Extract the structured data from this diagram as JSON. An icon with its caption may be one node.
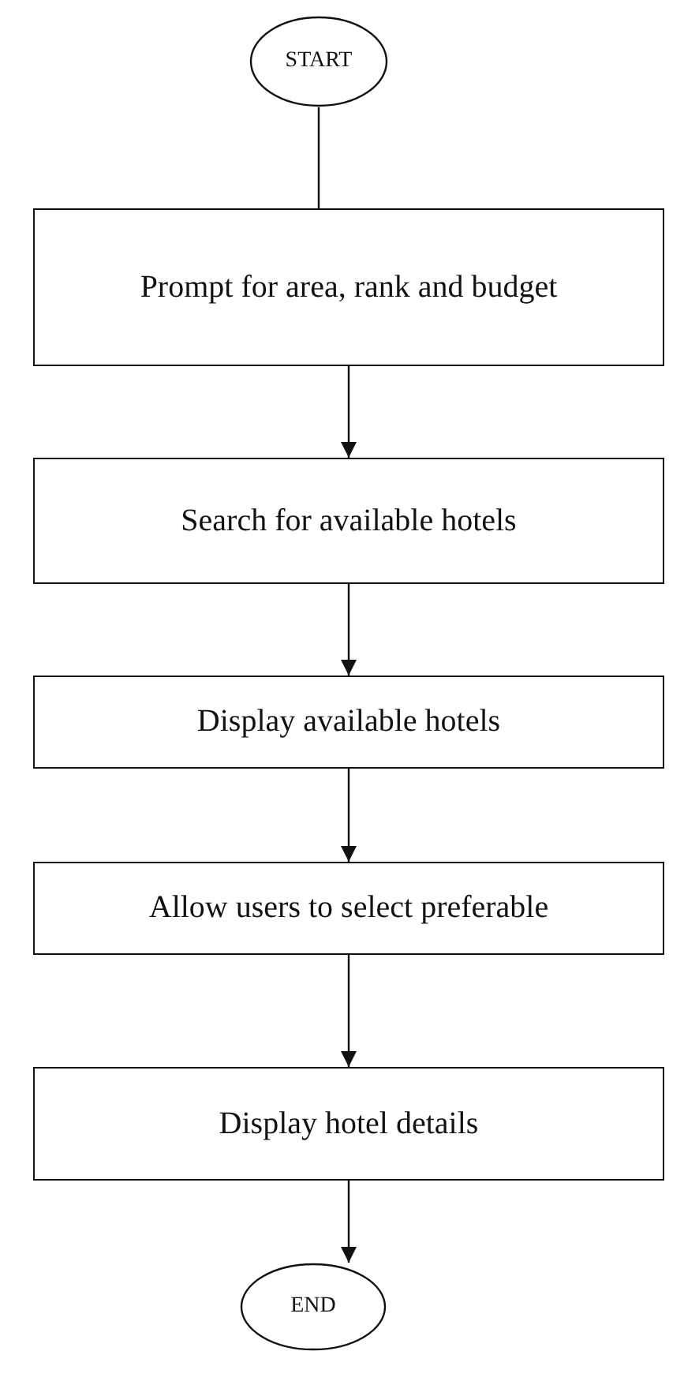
{
  "diagram": {
    "nodes": [
      {
        "text": [
          "START"
        ]
      },
      {
        "text": [
          "Prompt for area, rank and budget"
        ]
      },
      {
        "text": [
          "Search for available hotels"
        ]
      },
      {
        "text": [
          "Display available hotels"
        ]
      },
      {
        "text": [
          "Allow users to select preferable"
        ]
      },
      {
        "text": [
          "Display hotel details"
        ]
      },
      {
        "text": [
          "END"
        ]
      }
    ],
    "edges": [
      {
        "from": 0,
        "to": 1,
        "arrow": "none"
      },
      {
        "from": 1,
        "to": 2,
        "arrow": "to"
      },
      {
        "from": 2,
        "to": 3,
        "arrow": "to"
      },
      {
        "from": 3,
        "to": 4,
        "arrow": "to"
      },
      {
        "from": 4,
        "to": 5,
        "arrow": "to"
      },
      {
        "from": 5,
        "to": 6,
        "arrow": "to"
      }
    ]
  }
}
